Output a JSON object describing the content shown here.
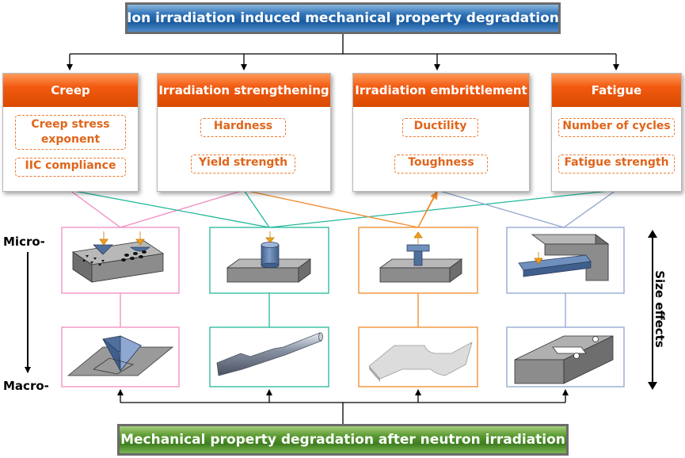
{
  "top_title": "Ion irradiation induced mechanical property degradation",
  "bottom_title": "Mechanical property degradation after neutron irradiation",
  "categories": [
    {
      "title": "Creep",
      "items": [
        "Creep stress exponent",
        "IIC compliance"
      ]
    },
    {
      "title": "Irradiation strengthening",
      "items": [
        "Hardness",
        "Yield strength"
      ]
    },
    {
      "title": "Irradiation embrittlement",
      "items": [
        "Ductility",
        "Toughness"
      ]
    },
    {
      "title": "Fatigue",
      "items": [
        "Number of cycles",
        "Fatigue strength"
      ]
    }
  ],
  "axis": {
    "micro": "Micro-",
    "macro": "Macro-",
    "size_effects": "Size effects"
  },
  "colors": {
    "creep_link": "#f08cc0",
    "strengthening_link": "#22b89a",
    "embrittlement_link": "#f08a2a",
    "fatigue_link": "#8fa3cf",
    "specimen_gray": "#8c8c8c",
    "specimen_blue": "#4f6f9c",
    "indenter_orange": "#f0a020"
  },
  "specimen_icons": {
    "micro": [
      "nanoindentation-specimen",
      "micropillar-compression-specimen",
      "micro-tensile-specimen",
      "micro-cantilever-fatigue-specimen"
    ],
    "macro": [
      "vickers-indentation-specimen",
      "round-tensile-bar",
      "flat-dogbone-tensile-specimen",
      "compact-tension-specimen"
    ]
  }
}
